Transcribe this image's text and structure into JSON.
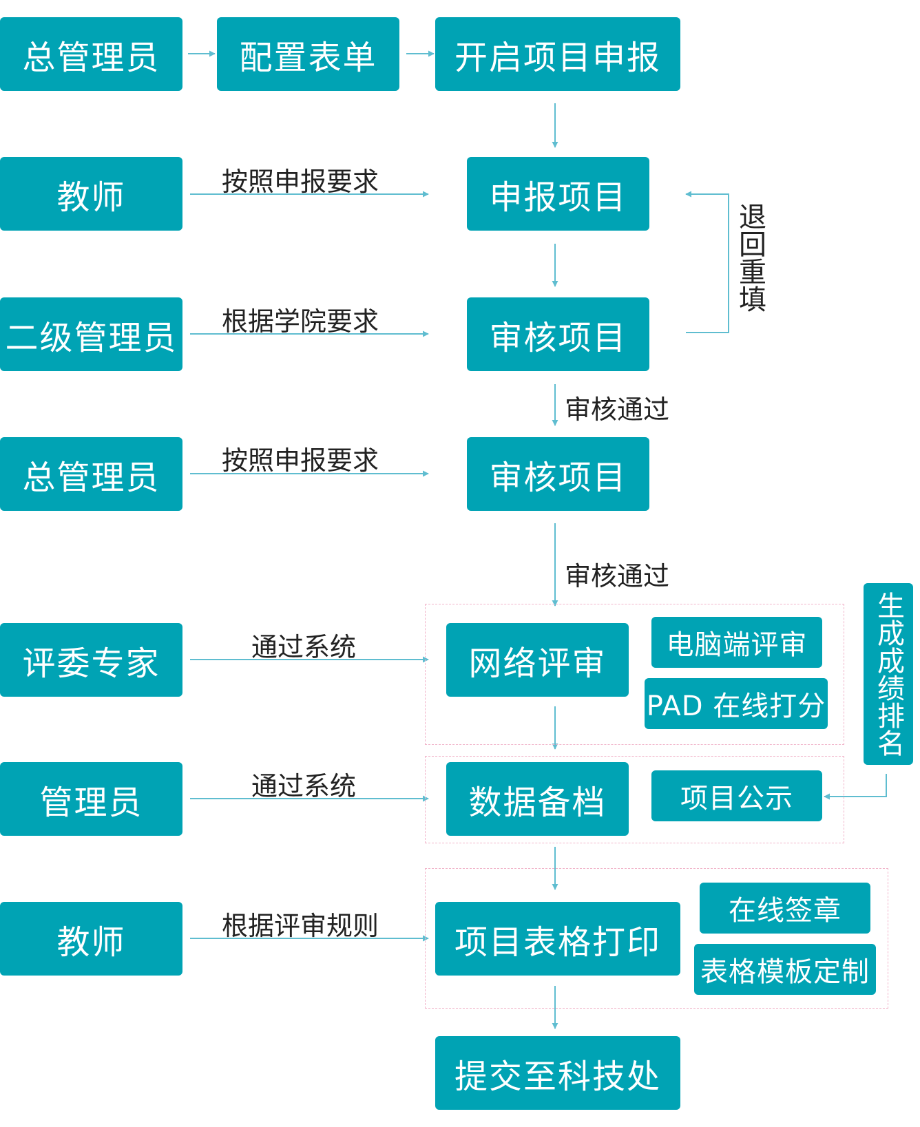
{
  "roles": {
    "r1": "总管理员",
    "r2": "教师",
    "r3": "二级管理员",
    "r4": "总管理员",
    "r5": "评委专家",
    "r6": "管理员",
    "r7": "教师"
  },
  "steps": {
    "s1": "配置表单",
    "s2": "开启项目申报",
    "s3": "申报项目",
    "s4": "审核项目",
    "s5": "审核项目",
    "s6": "网络评审",
    "s7": "数据备档",
    "s8": "项目表格打印",
    "s9": "提交至科技处"
  },
  "sub": {
    "pc_review": "电脑端评审",
    "pad_score": "PAD 在线打分",
    "publicity": "项目公示",
    "online_seal": "在线签章",
    "template": "表格模板定制",
    "ranking": "生成成绩排名"
  },
  "labels": {
    "l1": "按照申报要求",
    "l2": "根据学院要求",
    "l3": "按照申报要求",
    "l4": "通过系统",
    "l5": "通过系统",
    "l6": "根据评审规则",
    "pass1": "审核通过",
    "pass2": "审核通过",
    "return": "退回重填"
  },
  "colors": {
    "box": "#00a3b4",
    "arrow": "#5fbdd0",
    "group_border": "#f1b3c9",
    "text": "#222222"
  }
}
